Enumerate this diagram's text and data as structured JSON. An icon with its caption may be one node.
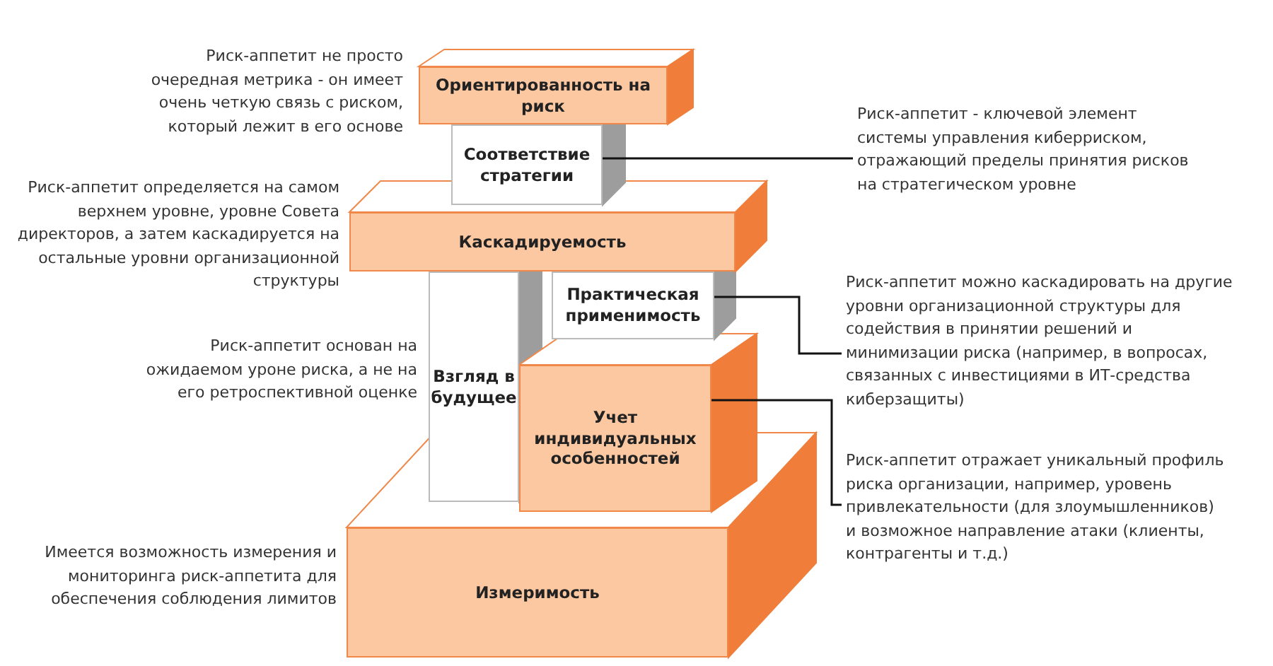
{
  "diagram": {
    "nodes": [
      {
        "text": [
          "Ориентированность на риск"
        ]
      },
      {
        "text": [
          "Соответствие стратегии"
        ]
      },
      {
        "text": [
          "Каскадируемость"
        ]
      },
      {
        "text": [
          "Взгляд в будущее"
        ]
      },
      {
        "text": [
          "Практическая применимость"
        ]
      },
      {
        "text": [
          "Учет индивидуальных особенностей"
        ]
      },
      {
        "text": [
          "Измеримость"
        ]
      },
      {
        "text": [
          "Риск-аппетит - ключевой элемент системы управления киберриском, отражающий пределы принятия рисков на стратегическом уровне"
        ]
      },
      {
        "text": [
          "Риск-аппетит можно каскадировать на другие уровни организационной структуры для содействия в принятии решений и минимизации риска (например, в вопросах, связанных с  инвестициями в ИТ-средства киберзащиты)"
        ]
      },
      {
        "text": [
          "Риск-аппетит отражает уникальный профиль риска организации, например, уровень привлекательности (для злоумышленников) и возможное направление атаки (клиенты, контрагенты и т.д.)"
        ]
      }
    ],
    "edges": [
      {
        "from": 7,
        "to": 1,
        "arrow": "none"
      },
      {
        "from": 8,
        "to": 4,
        "arrow": "none"
      },
      {
        "from": 9,
        "to": 5,
        "arrow": "none"
      }
    ],
    "labels": [
      "Риск-аппетит не просто очередная метрика - он имеет очень четкую связь с риском, который лежит в его основе",
      "Риск-аппетит определяется на самом верхнем уровне, уровне Совета директоров, а затем каскадируется на остальные уровни организационной структуры",
      "Риск-аппетит основан на ожидаемом уроне риска, а не на его ретроспективной оценке",
      "Имеется возможность измерения и мониторинга риск-аппетита для обеспечения соблюдения лимитов"
    ]
  }
}
